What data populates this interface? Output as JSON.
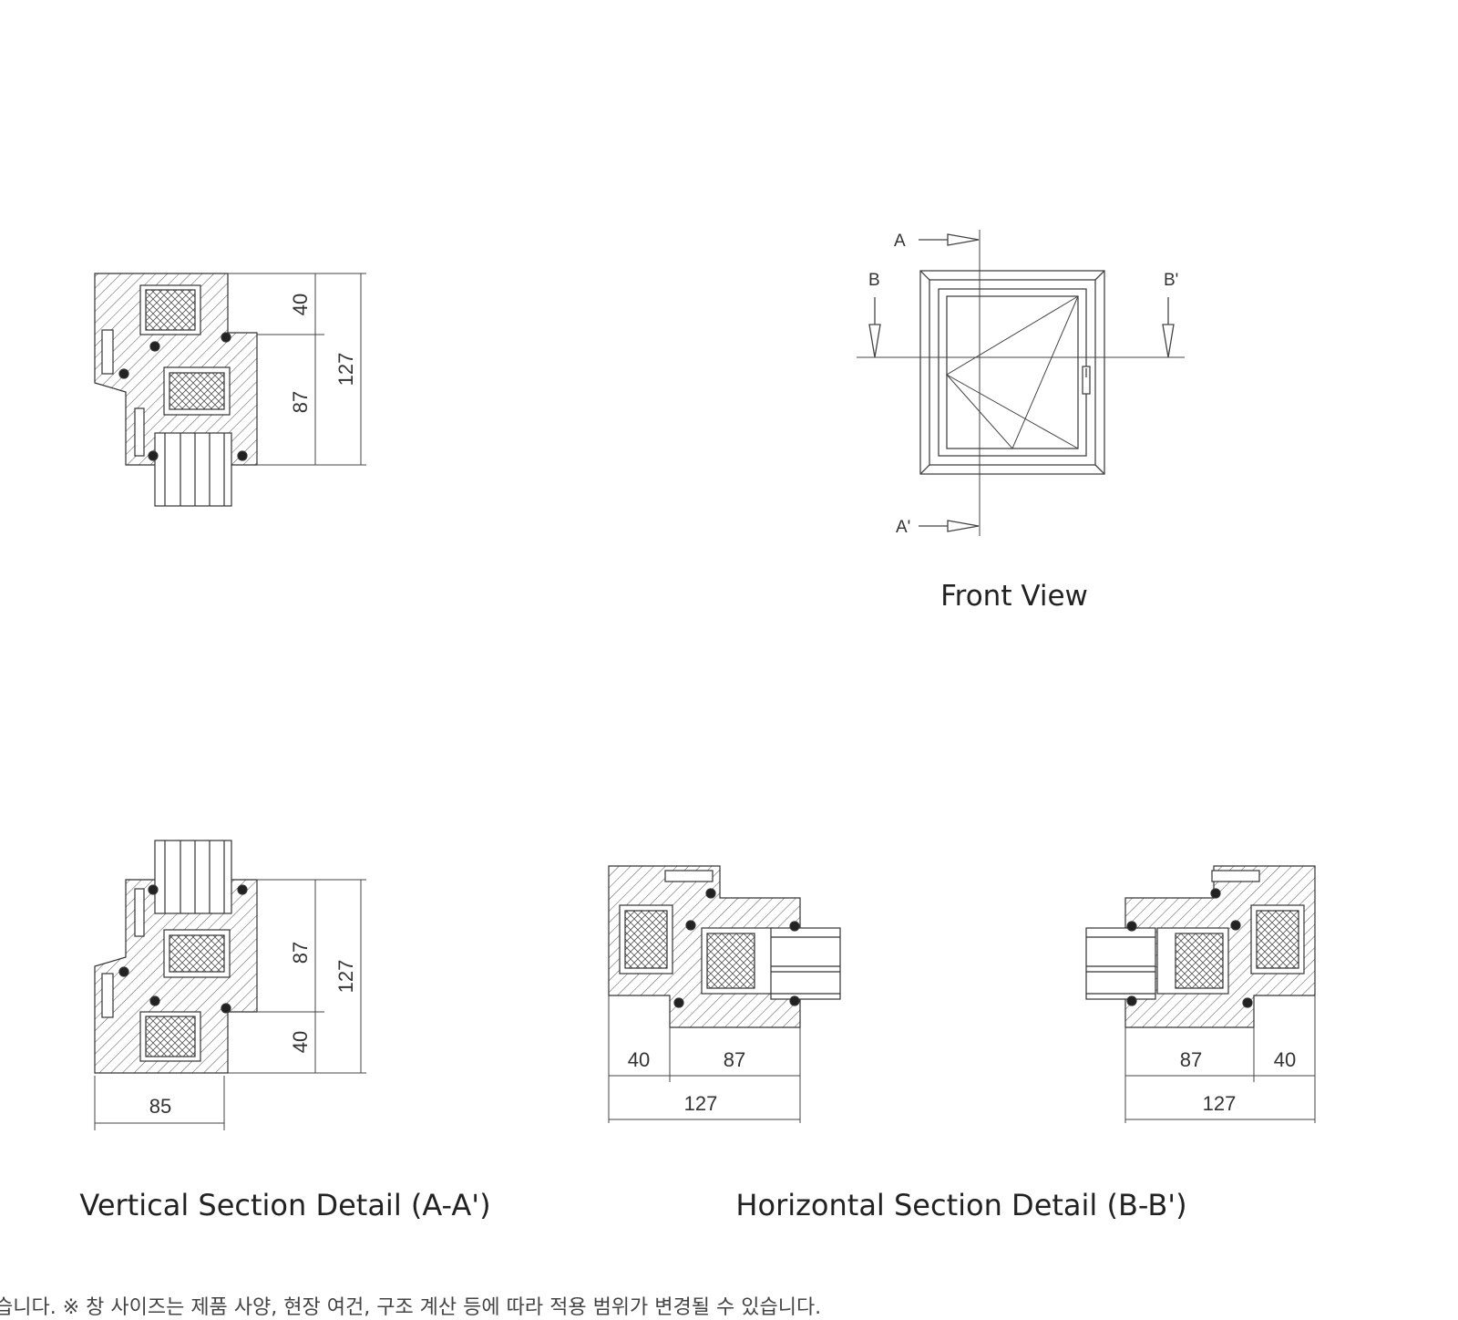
{
  "front_view": {
    "caption": "Front View",
    "markers": {
      "a": "A",
      "a_prime": "A'",
      "b": "B",
      "b_prime": "B'"
    }
  },
  "vertical_section": {
    "caption": "Vertical Section Detail (A-A')",
    "top_detail": {
      "dim_small": "40",
      "dim_mid": "87",
      "dim_total": "127"
    },
    "bottom_detail": {
      "dim_mid": "87",
      "dim_small": "40",
      "dim_total": "127",
      "dim_width": "85"
    }
  },
  "horizontal_section": {
    "caption": "Horizontal Section Detail (B-B')",
    "left_detail": {
      "dim_small": "40",
      "dim_mid": "87",
      "dim_total": "127"
    },
    "right_detail": {
      "dim_mid": "87",
      "dim_small": "40",
      "dim_total": "127"
    }
  },
  "footer_note": "습니다.   ※ 창 사이즈는 제품 사양, 현장 여건, 구조 계산 등에 따라 적용 범위가 변경될 수 있습니다."
}
